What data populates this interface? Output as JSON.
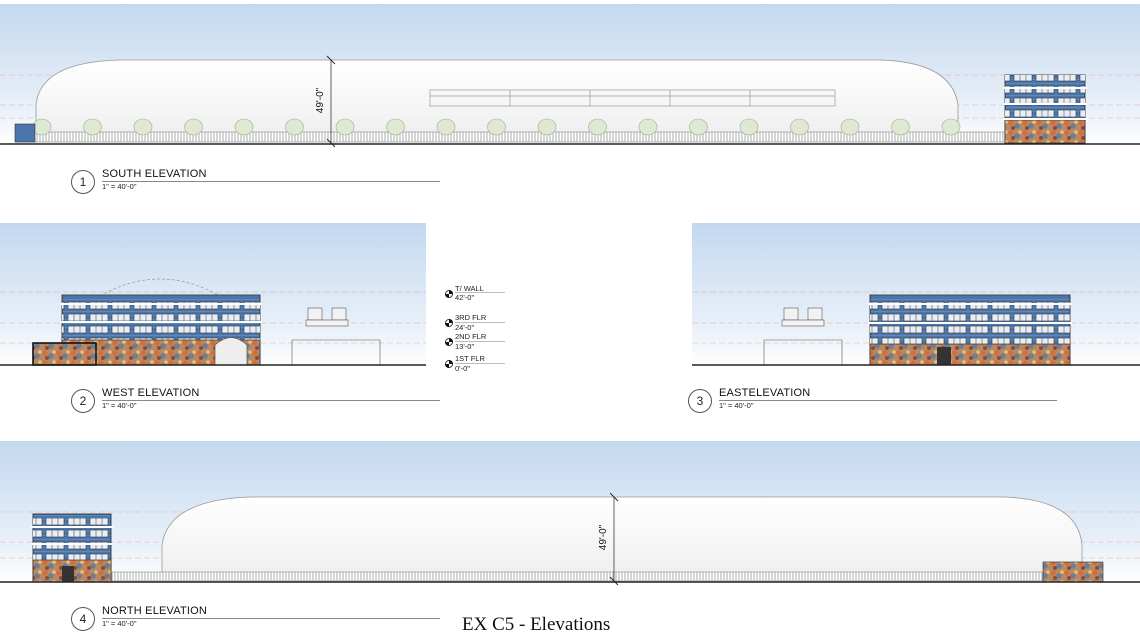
{
  "sheet": {
    "title": "EX C5 - Elevations"
  },
  "elevations": [
    {
      "number": "1",
      "title": "SOUTH ELEVATION",
      "scale": "1\" = 40'-0\"",
      "dimension": "49'-0\""
    },
    {
      "number": "2",
      "title": "WEST ELEVATION",
      "scale": "1\" = 40'-0\""
    },
    {
      "number": "3",
      "title": "EASTELEVATION",
      "scale": "1\" = 40'-0\""
    },
    {
      "number": "4",
      "title": "NORTH ELEVATION",
      "scale": "1\" = 40'-0\"",
      "dimension": "49'-0\""
    }
  ],
  "levels": [
    {
      "name": "T/ WALL",
      "height": "42'-0\""
    },
    {
      "name": "3RD FLR",
      "height": "24'-0\""
    },
    {
      "name": "2ND FLR",
      "height": "13'-0\""
    },
    {
      "name": "1ST FLR",
      "height": "0'-0\""
    }
  ],
  "colors": {
    "sky_top": "#c6dbf0",
    "sky_bottom": "#ffffff",
    "facade_blue": "#4d79ad",
    "mural_orange": "#c98a52",
    "dome": "#f7f7f7",
    "ground": "#222222",
    "level_line": "#e4a9a9"
  }
}
